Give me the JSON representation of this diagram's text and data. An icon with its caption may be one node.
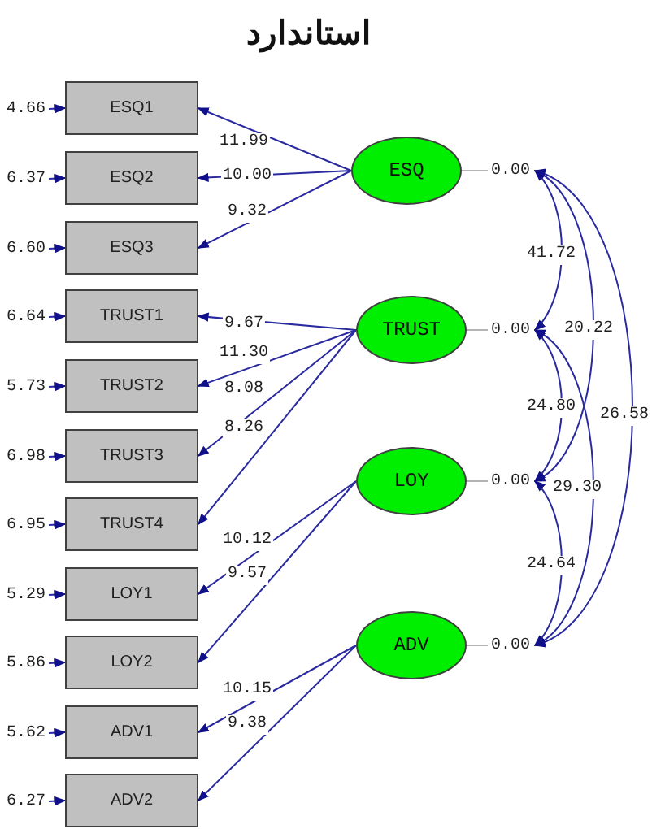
{
  "diagram": {
    "title": "استاندارد",
    "nodes": [
      {
        "text": [
          "ESQ1"
        ]
      },
      {
        "text": [
          "ESQ2"
        ]
      },
      {
        "text": [
          "ESQ3"
        ]
      },
      {
        "text": [
          "TRUST1"
        ]
      },
      {
        "text": [
          "TRUST2"
        ]
      },
      {
        "text": [
          "TRUST3"
        ]
      },
      {
        "text": [
          "TRUST4"
        ]
      },
      {
        "text": [
          "LOY1"
        ]
      },
      {
        "text": [
          "LOY2"
        ]
      },
      {
        "text": [
          "ADV1"
        ]
      },
      {
        "text": [
          "ADV2"
        ]
      },
      {
        "text": [
          "ESQ"
        ]
      },
      {
        "text": [
          "TRUST"
        ]
      },
      {
        "text": [
          "LOY"
        ]
      },
      {
        "text": [
          "ADV"
        ]
      },
      {
        "text": [
          "4.66"
        ]
      },
      {
        "text": [
          "6.37"
        ]
      },
      {
        "text": [
          "6.60"
        ]
      },
      {
        "text": [
          "6.64"
        ]
      },
      {
        "text": [
          "5.73"
        ]
      },
      {
        "text": [
          "6.98"
        ]
      },
      {
        "text": [
          "6.95"
        ]
      },
      {
        "text": [
          "5.29"
        ]
      },
      {
        "text": [
          "5.86"
        ]
      },
      {
        "text": [
          "5.62"
        ]
      },
      {
        "text": [
          "6.27"
        ]
      },
      {
        "text": [
          "0.00"
        ]
      },
      {
        "text": [
          "0.00"
        ]
      },
      {
        "text": [
          "0.00"
        ]
      },
      {
        "text": [
          "0.00"
        ]
      }
    ],
    "edges": [
      {
        "from": 15,
        "to": 0,
        "arrow": "to"
      },
      {
        "from": 16,
        "to": 1,
        "arrow": "to"
      },
      {
        "from": 17,
        "to": 2,
        "arrow": "to"
      },
      {
        "from": 18,
        "to": 3,
        "arrow": "to"
      },
      {
        "from": 19,
        "to": 4,
        "arrow": "to"
      },
      {
        "from": 20,
        "to": 5,
        "arrow": "to"
      },
      {
        "from": 21,
        "to": 6,
        "arrow": "to"
      },
      {
        "from": 22,
        "to": 7,
        "arrow": "to"
      },
      {
        "from": 23,
        "to": 8,
        "arrow": "to"
      },
      {
        "from": 24,
        "to": 9,
        "arrow": "to"
      },
      {
        "from": 25,
        "to": 10,
        "arrow": "to"
      },
      {
        "from": 11,
        "to": 0,
        "arrow": "to",
        "label": "11.99"
      },
      {
        "from": 11,
        "to": 1,
        "arrow": "to",
        "label": "10.00"
      },
      {
        "from": 11,
        "to": 2,
        "arrow": "to",
        "label": "9.32"
      },
      {
        "from": 12,
        "to": 3,
        "arrow": "to",
        "label": "9.67"
      },
      {
        "from": 12,
        "to": 4,
        "arrow": "to",
        "label": "11.30"
      },
      {
        "from": 12,
        "to": 5,
        "arrow": "to",
        "label": "8.08"
      },
      {
        "from": 12,
        "to": 6,
        "arrow": "to",
        "label": "8.26"
      },
      {
        "from": 13,
        "to": 7,
        "arrow": "to",
        "label": "10.12"
      },
      {
        "from": 13,
        "to": 8,
        "arrow": "to",
        "label": "9.57"
      },
      {
        "from": 14,
        "to": 9,
        "arrow": "to",
        "label": "10.15"
      },
      {
        "from": 14,
        "to": 10,
        "arrow": "to",
        "label": "9.38"
      },
      {
        "from": 11,
        "to": 26,
        "arrow": "none",
        "color": "#b4b4b4"
      },
      {
        "from": 12,
        "to": 27,
        "arrow": "none",
        "color": "#b4b4b4"
      },
      {
        "from": 13,
        "to": 28,
        "arrow": "none",
        "color": "#b4b4b4"
      },
      {
        "from": 14,
        "to": 29,
        "arrow": "none",
        "color": "#b4b4b4"
      },
      {
        "from": 26,
        "to": 27,
        "arrow": "both",
        "label": "41.72"
      },
      {
        "from": 26,
        "to": 28,
        "arrow": "both",
        "label": "20.22"
      },
      {
        "from": 26,
        "to": 29,
        "arrow": "both",
        "label": "26.58"
      },
      {
        "from": 27,
        "to": 28,
        "arrow": "both",
        "label": "24.80"
      },
      {
        "from": 27,
        "to": 29,
        "arrow": "both",
        "label": "29.30"
      },
      {
        "from": 28,
        "to": 29,
        "arrow": "both",
        "label": "24.64"
      }
    ]
  }
}
